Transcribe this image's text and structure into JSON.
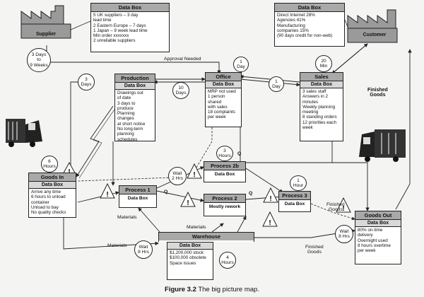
{
  "caption": {
    "figure": "Figure 3.2",
    "title": "The big picture map."
  },
  "supplier": {
    "title": "Supplier"
  },
  "customer": {
    "title": "Customer"
  },
  "supplier_data": {
    "header": "Data Box",
    "lines": "5 UK suppliers – 3 day\nlead time\n2 Eastern Europe – 7 days\n1 Japan – 9 week lead time\nMin order xxxxxxx\n2 unreliable suppliers"
  },
  "customer_data": {
    "header": "Data Box",
    "lines": "Direct Internet  28%\nAgencies  41%\nManufacturing\ncompanies  15%\n(90 days credit for non-web)"
  },
  "production": {
    "title": "Production",
    "header": "Data Box",
    "lines": "Drawings out\nof date\n3 days to produce\nPlanning changes\nat short notice\nNo long-term\nplanning\nschedules"
  },
  "office": {
    "title": "Office",
    "header": "Data Box",
    "lines": "MRP not used\n1 person shared\nwith sales\n18 complaints\nper week"
  },
  "sales": {
    "title": "Sales",
    "header": "Data Box",
    "lines": "3 sales staff\nAnswers in 2\nminutes\nWeekly planning\nmeeting\n8 standing orders\n12 priorities each\nweek"
  },
  "goods_in": {
    "title": "Goods In",
    "header": "Data Box",
    "lines": "Arrive any time\n6 hours to unload\ncontainer\nUnload to bay\nNo quality checks"
  },
  "process1": {
    "title": "Process 1",
    "body": "Data Box"
  },
  "process2b": {
    "title": "Process 2b",
    "body": "Data Box"
  },
  "process2": {
    "title": "Process 2",
    "body": "Mostly rework"
  },
  "process3": {
    "title": "Process 3",
    "body": "Data Box"
  },
  "warehouse": {
    "title": "Warehouse",
    "header": "Data Box",
    "lines": "$1,200,000 stock\n$100,000 obsolete\nSpace issues"
  },
  "goods_out": {
    "title": "Goods Out",
    "header": "Data Box",
    "lines": "80% on-time\ndelivery\nOvernight used\n8 hours overtime\nper week"
  },
  "labels": {
    "approval": "Approval Needed",
    "materials1": "Materials",
    "materials2": "Materials",
    "materials3": "Materials",
    "finished_goods_top": "Finished\nGoods",
    "finished_goods_mid": "Finished\nGoods",
    "finished_goods_low": "Finished\nGoods",
    "q1": "Q",
    "q2": "Q",
    "q3": "Q"
  },
  "circles": {
    "supplier_days": "3 Days\nto\n9 Weeks",
    "office_day": "1\nDay",
    "sales_min": "20\nMin",
    "sales_day": "1\nDay",
    "prod_days": "3\nDays",
    "office_10": "10\nDays",
    "goodsin_hours": "6\nHours",
    "p2b_hours": "3\nHours",
    "wait2": "Wait\n2 Hrs",
    "p3_hour": "1\nHour",
    "wait8a": "Wait\n8 Hrs",
    "wait8b": "Wait\n8 Hrs",
    "wh_hours": "4\nHours"
  }
}
